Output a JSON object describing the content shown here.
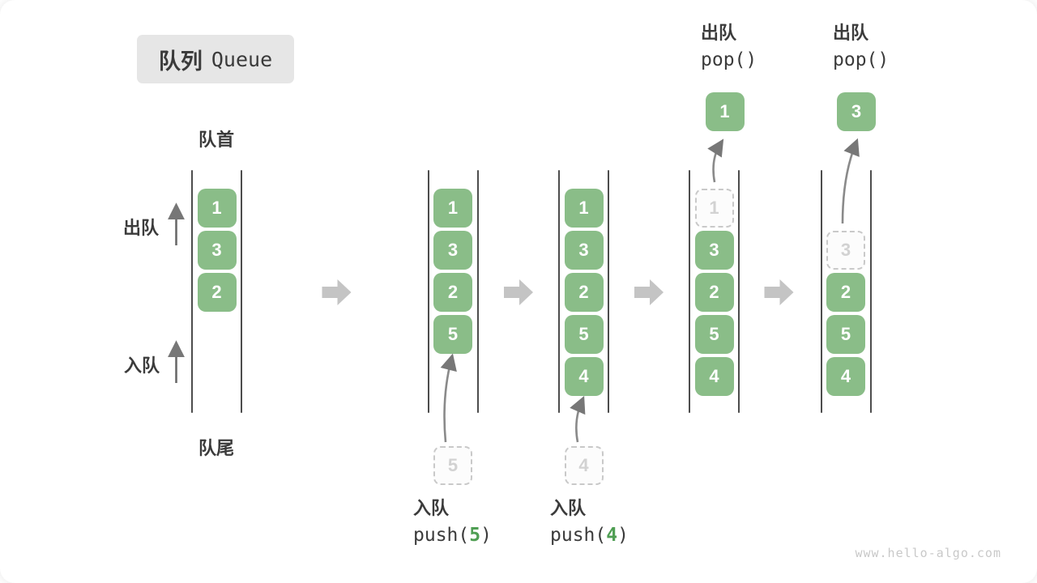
{
  "title": {
    "zh": "队列",
    "en": "Queue"
  },
  "labels": {
    "front": "队首",
    "rear": "队尾",
    "dequeue_side": "出队",
    "enqueue_side": "入队"
  },
  "watermark": "www.hello-algo.com",
  "colors": {
    "cell_green": "#8abd88",
    "arg_green": "#4f9e53",
    "block_arrow_gray": "#c4c4c4",
    "wall_dark": "#4d4d4d",
    "curve_arrow_gray": "#8a8a8a",
    "badge_gray": "#e6e6e6"
  },
  "queues": [
    {
      "name": "state-initial",
      "cells": [
        {
          "value": "1",
          "slot": 0,
          "dashed": false
        },
        {
          "value": "3",
          "slot": 1,
          "dashed": false
        },
        {
          "value": "2",
          "slot": 2,
          "dashed": false
        }
      ]
    },
    {
      "name": "state-after-push-5",
      "cells": [
        {
          "value": "1",
          "slot": 0,
          "dashed": false
        },
        {
          "value": "3",
          "slot": 1,
          "dashed": false
        },
        {
          "value": "2",
          "slot": 2,
          "dashed": false
        },
        {
          "value": "5",
          "slot": 3,
          "dashed": false
        }
      ],
      "pending": "5",
      "op": {
        "position": "bottom",
        "line1": "入队",
        "func_prefix": "push(",
        "arg": "5",
        "func_suffix": ")"
      }
    },
    {
      "name": "state-after-push-4",
      "cells": [
        {
          "value": "1",
          "slot": 0,
          "dashed": false
        },
        {
          "value": "3",
          "slot": 1,
          "dashed": false
        },
        {
          "value": "2",
          "slot": 2,
          "dashed": false
        },
        {
          "value": "5",
          "slot": 3,
          "dashed": false
        },
        {
          "value": "4",
          "slot": 4,
          "dashed": false
        }
      ],
      "pending": "4",
      "op": {
        "position": "bottom",
        "line1": "入队",
        "func_prefix": "push(",
        "arg": "4",
        "func_suffix": ")"
      }
    },
    {
      "name": "state-pop-1",
      "cells": [
        {
          "value": "1",
          "slot": 0,
          "dashed": true
        },
        {
          "value": "3",
          "slot": 1,
          "dashed": false
        },
        {
          "value": "2",
          "slot": 2,
          "dashed": false
        },
        {
          "value": "5",
          "slot": 3,
          "dashed": false
        },
        {
          "value": "4",
          "slot": 4,
          "dashed": false
        }
      ],
      "popped": "1",
      "op": {
        "position": "top",
        "line1": "出队",
        "func": "pop()"
      }
    },
    {
      "name": "state-pop-3",
      "cells": [
        {
          "value": "3",
          "slot": 1,
          "dashed": true
        },
        {
          "value": "2",
          "slot": 2,
          "dashed": false
        },
        {
          "value": "5",
          "slot": 3,
          "dashed": false
        },
        {
          "value": "4",
          "slot": 4,
          "dashed": false
        }
      ],
      "popped": "3",
      "op": {
        "position": "top",
        "line1": "出队",
        "func": "pop()"
      }
    }
  ]
}
